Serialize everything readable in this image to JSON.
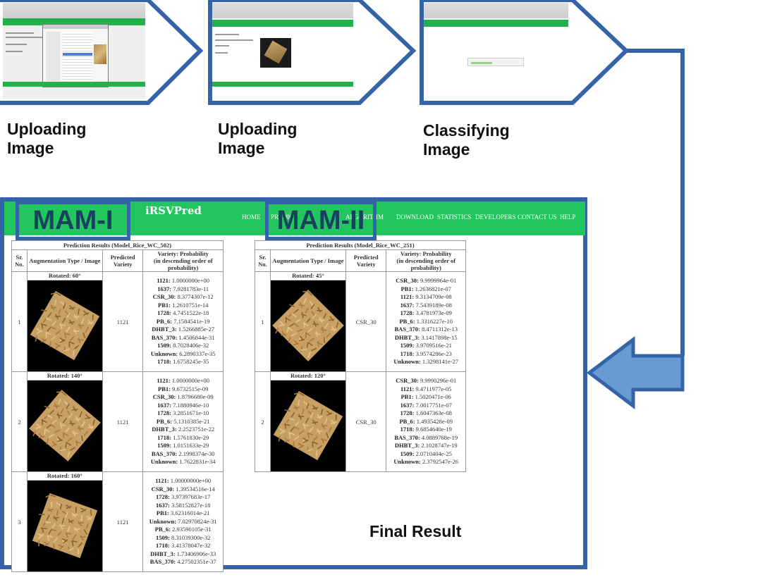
{
  "steps": [
    {
      "label": "Uploading\nImage"
    },
    {
      "label": "Uploading\nImage"
    },
    {
      "label": "Classifying\nImage"
    }
  ],
  "final_label": "Final Result",
  "colors": {
    "arrow_blue": "#3563a8",
    "nav_green": "#22c55e",
    "return_arrow_fill": "#6a9ad4"
  },
  "navbar": {
    "brand": "iRSVPred",
    "items": [
      "HOME",
      "PREDICT",
      "ALGORITHM",
      "DOWNLOAD",
      "STATISTICS",
      "DEVELOPERS",
      "CONTACT US",
      "HELP"
    ]
  },
  "mam1": {
    "label": "MAM-I"
  },
  "mam2": {
    "label": "MAM-II"
  },
  "table1": {
    "caption": "Prediction Results (Model_Rice_WC_502)",
    "headers": {
      "sr": "Sr. No.",
      "aug": "Augmentation Type / Image",
      "pred": "Predicted Variety",
      "prob_line1": "Variety: Probability",
      "prob_line2": "(in descending order of probability)"
    },
    "rows": [
      {
        "sr": "1",
        "rotation": "Rotated: 60°",
        "predicted": "1121",
        "probs": [
          [
            "1121",
            "1.0000000e+00"
          ],
          [
            "1637",
            "7.9281783e-11"
          ],
          [
            "CSR_30",
            "8.3774307e-12"
          ],
          [
            "PB1",
            "1.2610751e-14"
          ],
          [
            "1728",
            "4.7451522e-18"
          ],
          [
            "PB_6",
            "7.1584541e-19"
          ],
          [
            "DHBT_3",
            "1.5266885e-27"
          ],
          [
            "BAS_370",
            "1.4506844e-31"
          ],
          [
            "1509",
            "8.7028406e-32"
          ],
          [
            "Unknown",
            "6.2890337e-35"
          ],
          [
            "1718",
            "1.6758245e-35"
          ]
        ]
      },
      {
        "sr": "2",
        "rotation": "Rotated: 140°",
        "predicted": "1121",
        "probs": [
          [
            "1121",
            "1.0000000e+00"
          ],
          [
            "PB1",
            "9.6732515e-09"
          ],
          [
            "CSR_30",
            "1.8796680e-09"
          ],
          [
            "1637",
            "7.1880946e-10"
          ],
          [
            "1728",
            "3.2851671e-10"
          ],
          [
            "PB_6",
            "5.1310385e-21"
          ],
          [
            "DHBT_3",
            "2.2523751e-22"
          ],
          [
            "1718",
            "1.5761830e-29"
          ],
          [
            "1509",
            "1.0151633e-29"
          ],
          [
            "BAS_370",
            "2.1998374e-30"
          ],
          [
            "Unknown",
            "1.7622831e-34"
          ]
        ]
      },
      {
        "sr": "3",
        "rotation": "Rotated: 160°",
        "predicted": "1121",
        "probs": [
          [
            "1121",
            "1.00000000e+00"
          ],
          [
            "CSR_30",
            "1.39534516e-14"
          ],
          [
            "1728",
            "3.97397683e-17"
          ],
          [
            "1637",
            "3.58152827e-18"
          ],
          [
            "PB1",
            "3.62316014e-21"
          ],
          [
            "Unknown",
            "7.02970824e-31"
          ],
          [
            "PB_6",
            "2.93590105e-31"
          ],
          [
            "1509",
            "8.31039300e-32"
          ],
          [
            "1718",
            "3.41378047e-32"
          ],
          [
            "DHBT_3",
            "1.73406906e-33"
          ],
          [
            "BAS_370",
            "4.27502351e-37"
          ]
        ]
      }
    ]
  },
  "table2": {
    "caption": "Prediction Results (Model_Rice_WC_251)",
    "headers": {
      "sr": "Sr. No.",
      "aug": "Augmentation Type / Image",
      "pred": "Predicted Variety",
      "prob_line1": "Variety: Probability",
      "prob_line2": "(in descending order of probability)"
    },
    "rows": [
      {
        "sr": "1",
        "rotation": "Rotated: 45°",
        "predicted": "CSR_30",
        "probs": [
          [
            "CSR_30",
            "9.9999964e-01"
          ],
          [
            "PB1",
            "1.2636821e-07"
          ],
          [
            "1121",
            "9.3134709e-08"
          ],
          [
            "1637",
            "7.5439189e-08"
          ],
          [
            "1728",
            "3.4781973e-09"
          ],
          [
            "PB_6",
            "1.3316227e-10"
          ],
          [
            "BAS_370",
            "8.4711312e-13"
          ],
          [
            "DHBT_3",
            "3.1417898e-15"
          ],
          [
            "1509",
            "3.9709516e-21"
          ],
          [
            "1718",
            "3.9574286e-23"
          ],
          [
            "Unknown",
            "1.3298141e-27"
          ]
        ]
      },
      {
        "sr": "2",
        "rotation": "Rotated: 120°",
        "predicted": "CSR_30",
        "probs": [
          [
            "CSR_30",
            "9.9990296e-01"
          ],
          [
            "1121",
            "9.4711977e-05"
          ],
          [
            "PB1",
            "1.5020471e-06"
          ],
          [
            "1637",
            "7.0017751e-07"
          ],
          [
            "1728",
            "1.6047363e-08"
          ],
          [
            "PB_6",
            "1.4935428e-09"
          ],
          [
            "1718",
            "9.6854640e-19"
          ],
          [
            "BAS_370",
            "4.0889768e-19"
          ],
          [
            "DHBT_3",
            "2.1028747e-19"
          ],
          [
            "1509",
            "2.0710404e-25"
          ],
          [
            "Unknown",
            "2.3792547e-26"
          ]
        ]
      }
    ]
  }
}
